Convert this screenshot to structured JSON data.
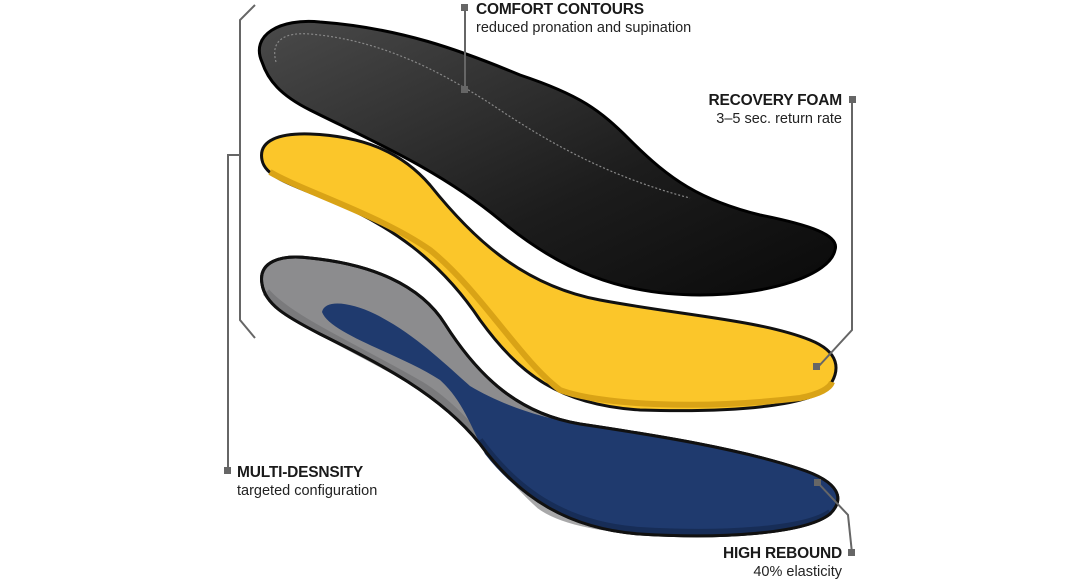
{
  "colors": {
    "top_layer": "#1f1f1f",
    "middle_layer": "#fbc62a",
    "bottom_layer_shell": "#8c8c8e",
    "bottom_layer_core": "#1f3a6e",
    "leader_line": "#666666"
  },
  "labels": {
    "comfort": {
      "title": "COMFORT CONTOURS",
      "subtitle": "reduced pronation and supination"
    },
    "recovery": {
      "title": "RECOVERY FOAM",
      "subtitle": "3–5 sec. return rate"
    },
    "multi": {
      "title": "MULTI-DESNSITY",
      "subtitle": "targeted configuration"
    },
    "rebound": {
      "title": "HIGH REBOUND",
      "subtitle": "40% elasticity"
    }
  }
}
